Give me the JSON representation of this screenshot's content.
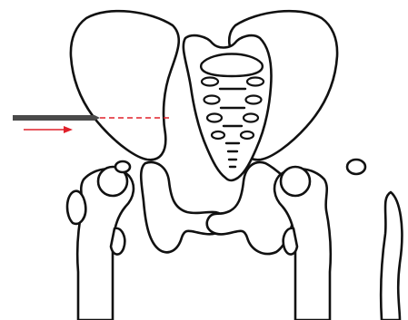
{
  "figure": {
    "subject": "pelvis-anatomical-illustration",
    "colors": {
      "outline": "#111111",
      "fill": "#ffffff",
      "instrument": "#4a4a4a",
      "trajectory": "#e0202a",
      "arrow": "#e0202a"
    },
    "icons": [
      "needle-instrument",
      "dashed-trajectory-line",
      "direction-arrow"
    ]
  }
}
